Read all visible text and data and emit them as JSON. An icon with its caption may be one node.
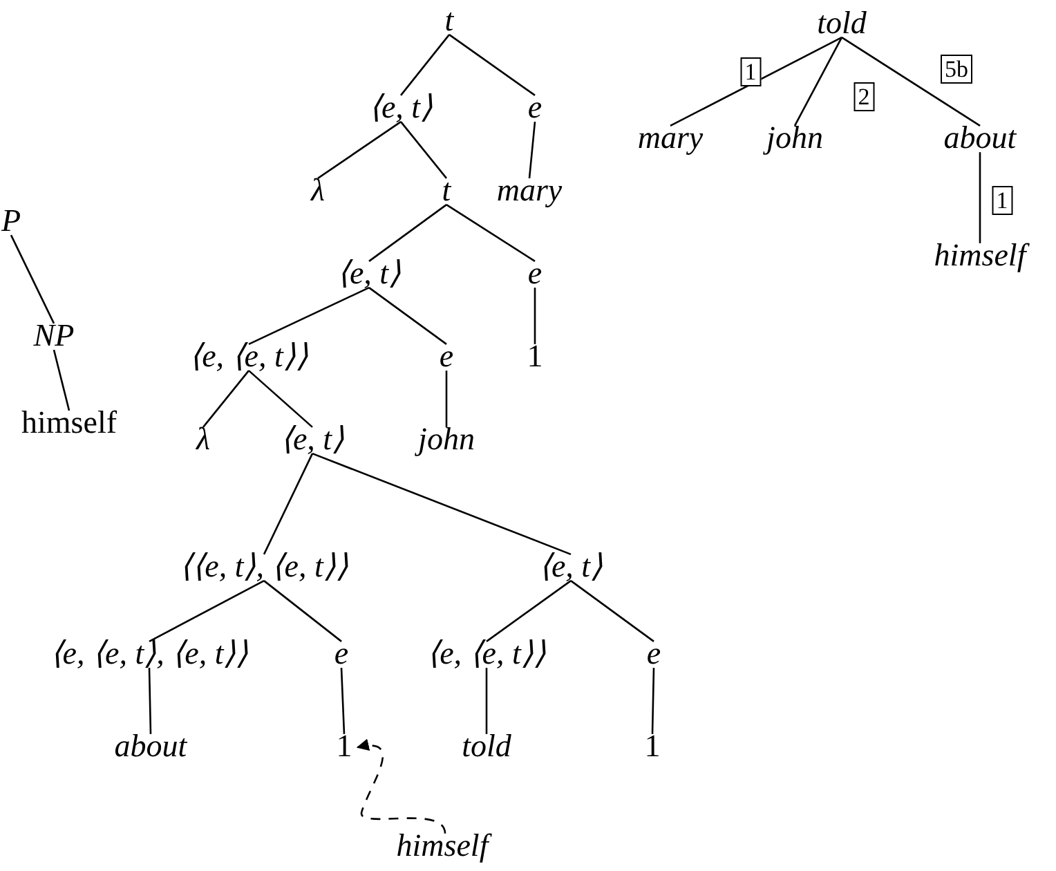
{
  "diagram": {
    "nodes": [
      {
        "text": [
          "P"
        ]
      },
      {
        "text": [
          "NP"
        ]
      },
      {
        "text": [
          "himself"
        ]
      },
      {
        "text": [
          "t"
        ]
      },
      {
        "text": [
          "⟨e, t⟩"
        ]
      },
      {
        "text": [
          "e"
        ]
      },
      {
        "text": [
          "λ"
        ]
      },
      {
        "text": [
          "t"
        ]
      },
      {
        "text": [
          "mary"
        ]
      },
      {
        "text": [
          "⟨e, t⟩"
        ]
      },
      {
        "text": [
          "e"
        ]
      },
      {
        "text": [
          "⟨e, ⟨e, t⟩⟩"
        ]
      },
      {
        "text": [
          "e"
        ]
      },
      {
        "text": [
          "1"
        ]
      },
      {
        "text": [
          "λ"
        ]
      },
      {
        "text": [
          "⟨e, t⟩"
        ]
      },
      {
        "text": [
          "john"
        ]
      },
      {
        "text": [
          "⟨⟨e, t⟩, ⟨e, t⟩⟩"
        ]
      },
      {
        "text": [
          "⟨e, t⟩"
        ]
      },
      {
        "text": [
          "⟨e, ⟨e, t⟩, ⟨e, t⟩⟩"
        ]
      },
      {
        "text": [
          "e"
        ]
      },
      {
        "text": [
          "⟨e, ⟨e, t⟩⟩"
        ]
      },
      {
        "text": [
          "e"
        ]
      },
      {
        "text": [
          "about"
        ]
      },
      {
        "text": [
          "1"
        ]
      },
      {
        "text": [
          "told"
        ]
      },
      {
        "text": [
          "1"
        ]
      },
      {
        "text": [
          "himself"
        ]
      },
      {
        "text": [
          "told"
        ]
      },
      {
        "text": [
          "mary"
        ]
      },
      {
        "text": [
          "john"
        ]
      },
      {
        "text": [
          "about"
        ]
      },
      {
        "text": [
          "himself"
        ]
      }
    ],
    "edges": [
      {
        "from": 0,
        "to": 1,
        "arrow": "none"
      },
      {
        "from": 1,
        "to": 2,
        "arrow": "none"
      },
      {
        "from": 3,
        "to": 4,
        "arrow": "none"
      },
      {
        "from": 3,
        "to": 5,
        "arrow": "none"
      },
      {
        "from": 4,
        "to": 6,
        "arrow": "none"
      },
      {
        "from": 4,
        "to": 7,
        "arrow": "none"
      },
      {
        "from": 5,
        "to": 8,
        "arrow": "none"
      },
      {
        "from": 7,
        "to": 9,
        "arrow": "none"
      },
      {
        "from": 7,
        "to": 10,
        "arrow": "none"
      },
      {
        "from": 9,
        "to": 11,
        "arrow": "none"
      },
      {
        "from": 9,
        "to": 12,
        "arrow": "none"
      },
      {
        "from": 10,
        "to": 13,
        "arrow": "none"
      },
      {
        "from": 11,
        "to": 14,
        "arrow": "none"
      },
      {
        "from": 11,
        "to": 15,
        "arrow": "none"
      },
      {
        "from": 12,
        "to": 16,
        "arrow": "none"
      },
      {
        "from": 15,
        "to": 17,
        "arrow": "none"
      },
      {
        "from": 15,
        "to": 18,
        "arrow": "none"
      },
      {
        "from": 17,
        "to": 19,
        "arrow": "none"
      },
      {
        "from": 17,
        "to": 20,
        "arrow": "none"
      },
      {
        "from": 18,
        "to": 21,
        "arrow": "none"
      },
      {
        "from": 18,
        "to": 22,
        "arrow": "none"
      },
      {
        "from": 19,
        "to": 23,
        "arrow": "none"
      },
      {
        "from": 20,
        "to": 24,
        "arrow": "none"
      },
      {
        "from": 21,
        "to": 25,
        "arrow": "none"
      },
      {
        "from": 22,
        "to": 26,
        "arrow": "none"
      },
      {
        "from": 27,
        "to": 24,
        "arrow": "to",
        "style": "dashed"
      },
      {
        "from": 28,
        "to": 29,
        "arrow": "none",
        "label": "1"
      },
      {
        "from": 28,
        "to": 30,
        "arrow": "none",
        "label": "2"
      },
      {
        "from": 28,
        "to": 31,
        "arrow": "none",
        "label": "5b"
      },
      {
        "from": 31,
        "to": 32,
        "arrow": "none",
        "label": "1"
      }
    ]
  }
}
